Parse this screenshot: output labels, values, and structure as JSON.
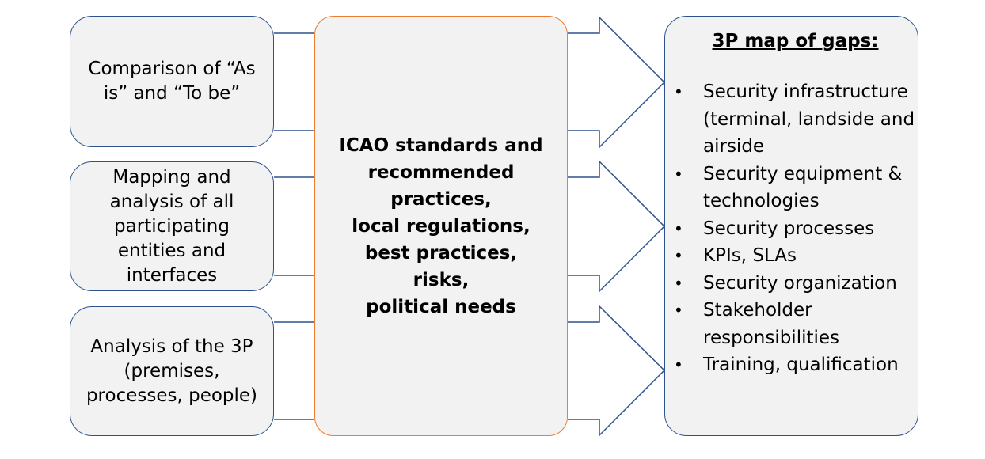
{
  "left_boxes": [
    {
      "id": "comparison",
      "text": "Comparison of “As\nis” and “To be”"
    },
    {
      "id": "mapping",
      "text": "Mapping and\nanalysis of all\nparticipating\nentities and\ninterfaces"
    },
    {
      "id": "analysis",
      "text": "Analysis of the 3P\n(premises,\nprocesses, people)"
    }
  ],
  "center_box": {
    "text": "ICAO standards and\nrecommended practices,\nlocal regulations,\nbest practices,\nrisks,\npolitical needs"
  },
  "right_box": {
    "title": "3P map of gaps:",
    "items": [
      "Security infrastructure (terminal, landside and airside",
      "Security equipment & technologies",
      "Security processes",
      "KPIs, SLAs",
      "Security organization",
      "Stakeholder responsibilities",
      "Training, qualification"
    ],
    "bullet": "•"
  },
  "colors": {
    "box_fill": "#f2f2f2",
    "box_border_blue": "#2f528f",
    "center_border_orange": "#ed7d31",
    "arrow_stroke": "#2f528f"
  }
}
